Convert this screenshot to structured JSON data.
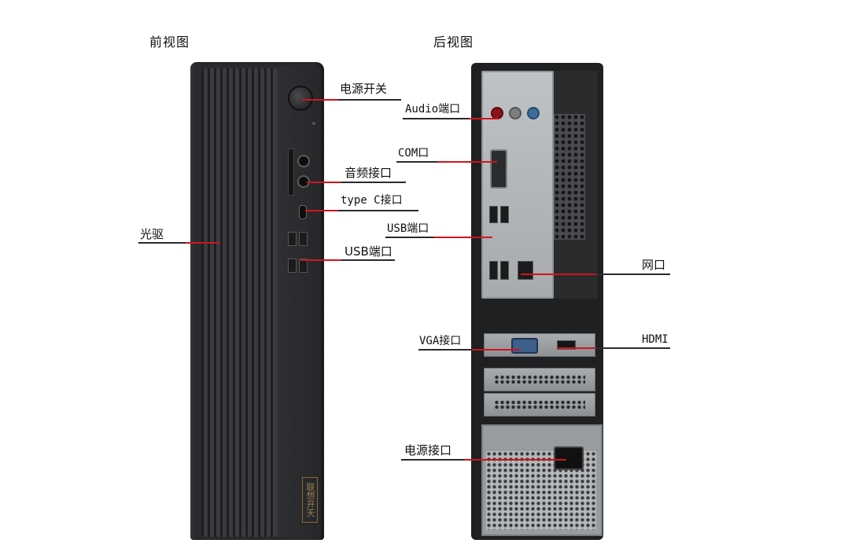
{
  "titles": {
    "front": "前视图",
    "rear": "后视图"
  },
  "front_labels": {
    "power_switch": "电源开关",
    "audio_port": "音频接口",
    "type_c": "type C接口",
    "optical_drive": "光驱",
    "usb_port": "USB端口"
  },
  "rear_labels": {
    "audio_port": "Audio端口",
    "com_port": "COM口",
    "usb_port": "USB端口",
    "network_port": "网口",
    "vga_port": "VGA接口",
    "hdmi": "HDMI",
    "power_port": "电源接口"
  },
  "brand_mark": "联想开天",
  "colors": {
    "leader_line": "#d0141e",
    "case": "#2b2c2e",
    "rear_plate": "#b3b6b9"
  }
}
